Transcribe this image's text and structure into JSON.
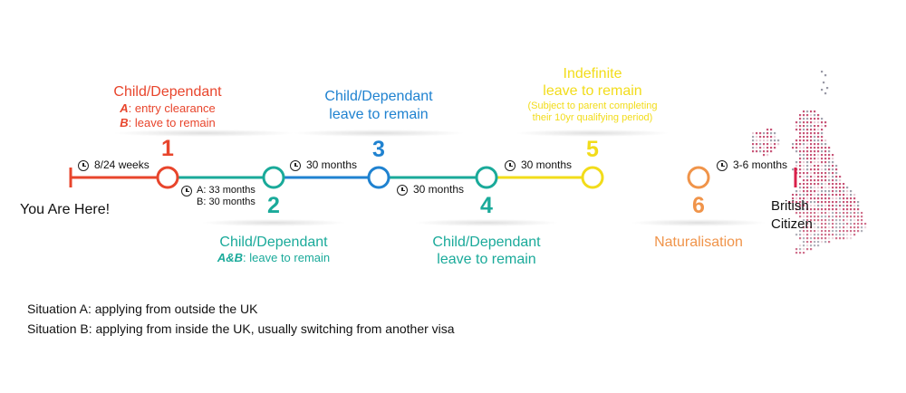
{
  "start_label": "You Are Here!",
  "end_label": [
    "British",
    "Citizen"
  ],
  "steps": [
    {
      "number": "1",
      "color": "#e8452c",
      "title": "Child/Dependant",
      "details": [
        {
          "key": "A",
          "text": ": entry clearance"
        },
        {
          "key": "B",
          "text": ": leave to remain"
        }
      ]
    },
    {
      "number": "2",
      "color": "#1aaa9a",
      "title": "Child/Dependant",
      "details": [
        {
          "key": "A&B",
          "text": ": leave to remain"
        }
      ]
    },
    {
      "number": "3",
      "color": "#1f82d0",
      "title": "Child/Dependant",
      "subtitle": "leave to remain"
    },
    {
      "number": "4",
      "color": "#1aaa9a",
      "title": "Child/Dependant",
      "subtitle": "leave to remain"
    },
    {
      "number": "5",
      "color": "#f2dc1a",
      "title": "Indefinite",
      "subtitle": "leave to remain",
      "note": [
        "(Subject to parent completing",
        "their 10yr qualifying period)"
      ]
    },
    {
      "number": "6",
      "color": "#f0944a",
      "title": "Naturalisation"
    }
  ],
  "durations": [
    {
      "lines": [
        "8/24 weeks"
      ]
    },
    {
      "lines": [
        "A: 33 months",
        "B: 30 months"
      ]
    },
    {
      "lines": [
        "30 months"
      ]
    },
    {
      "lines": [
        "30 months"
      ]
    },
    {
      "lines": [
        "30 months"
      ]
    },
    {
      "lines": [
        "3-6 months"
      ]
    }
  ],
  "notes": [
    "Situation A: applying from outside the UK",
    "Situation B: applying from inside the UK, usually switching from another visa"
  ],
  "colors": {
    "red": "#e8452c",
    "teal": "#1aaa9a",
    "blue": "#1f82d0",
    "yellow": "#f2dc1a",
    "orange": "#f0944a",
    "crimson": "#d9204a",
    "map": "#c2456a"
  }
}
